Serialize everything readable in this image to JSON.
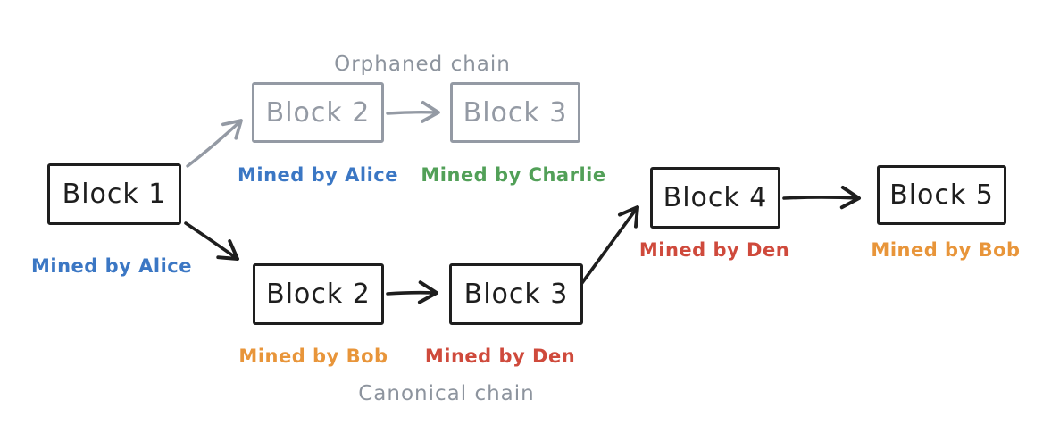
{
  "diagram": {
    "title_hint": "Blockchain fork diagram",
    "orphaned_chain_label": "Orphaned chain",
    "canonical_chain_label": "Canonical chain",
    "blocks": [
      {
        "id": "block-1",
        "label": "Block 1",
        "miner": "Mined by Alice",
        "miner_color": "#3b77c4",
        "variant": "canonical"
      },
      {
        "id": "orphaned-block-2",
        "label": "Block 2",
        "miner": "Mined by Alice",
        "miner_color": "#3b77c4",
        "variant": "orphaned"
      },
      {
        "id": "orphaned-block-3",
        "label": "Block 3",
        "miner": "Mined by Charlie",
        "miner_color": "#52a058",
        "variant": "orphaned"
      },
      {
        "id": "canonical-block-2",
        "label": "Block 2",
        "miner": "Mined by Bob",
        "miner_color": "#e8953a",
        "variant": "canonical"
      },
      {
        "id": "canonical-block-3",
        "label": "Block 3",
        "miner": "Mined by Den",
        "miner_color": "#cf4a3c",
        "variant": "canonical"
      },
      {
        "id": "block-4",
        "label": "Block 4",
        "miner": "Mined by Den",
        "miner_color": "#cf4a3c",
        "variant": "canonical"
      },
      {
        "id": "block-5",
        "label": "Block 5",
        "miner": "Mined by Bob",
        "miner_color": "#e8953a",
        "variant": "canonical"
      }
    ],
    "connections": [
      {
        "from": "block-1",
        "to": "orphaned-block-2",
        "style": "orphaned"
      },
      {
        "from": "block-1",
        "to": "canonical-block-2",
        "style": "canonical"
      },
      {
        "from": "orphaned-block-2",
        "to": "orphaned-block-3",
        "style": "orphaned"
      },
      {
        "from": "canonical-block-2",
        "to": "canonical-block-3",
        "style": "canonical"
      },
      {
        "from": "canonical-block-3",
        "to": "block-4",
        "style": "canonical"
      },
      {
        "from": "block-4",
        "to": "block-5",
        "style": "canonical"
      }
    ],
    "colors": {
      "block_border_black": "#1e1e1e",
      "orphan_gray": "#949aa4",
      "chain_label_gray": "#8d949e",
      "alice_blue": "#3b77c4",
      "charlie_green": "#52a058",
      "bob_orange": "#e8953a",
      "den_red": "#cf4a3c",
      "arrow_black": "#1e1e1e"
    }
  }
}
